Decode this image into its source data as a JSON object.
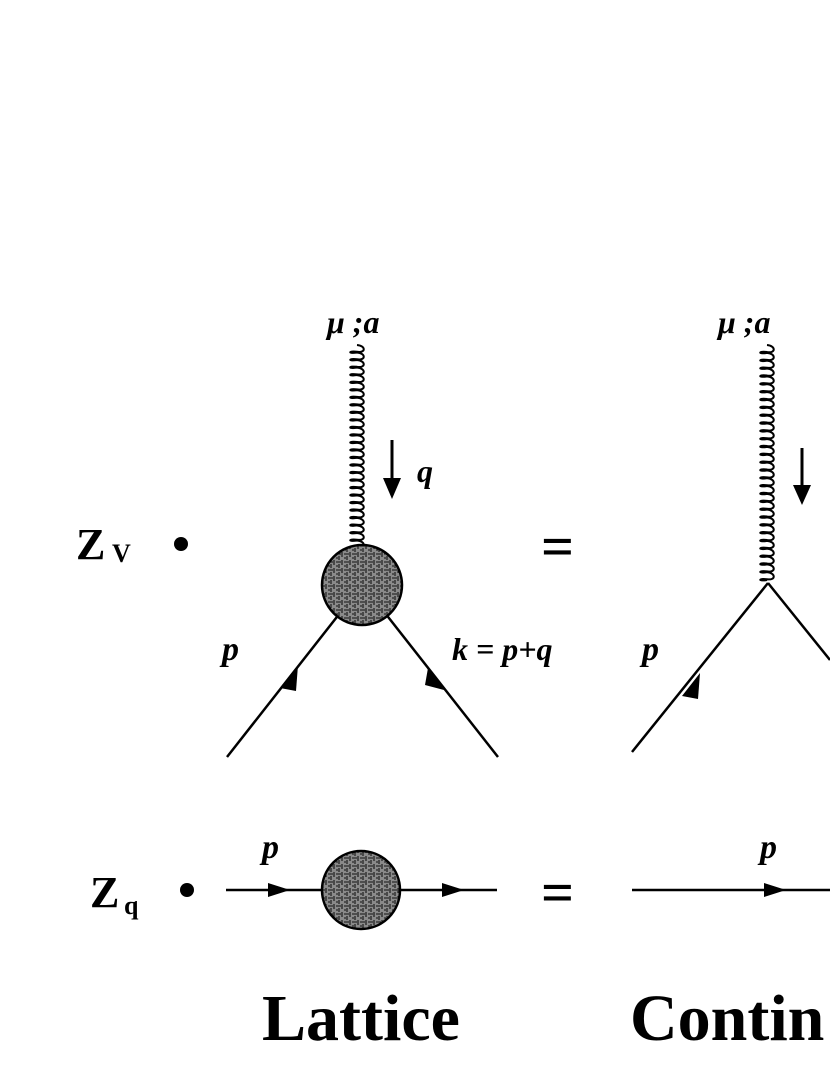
{
  "row_vertex": {
    "z_symbol": "Z",
    "z_subscript": "V",
    "dot": "•",
    "equals": "=",
    "gluon_label": "μ ;a",
    "momentum_q": "q",
    "momentum_p": "p",
    "momentum_k": "k = p+q"
  },
  "row_propagator": {
    "z_symbol": "Z",
    "z_subscript": "q",
    "dot": "•",
    "equals": "=",
    "momentum_p": "p"
  },
  "footer": {
    "lattice_label": "Lattice",
    "continuum_label": "Contin"
  },
  "colors": {
    "ink": "#000000",
    "blob_fill": "#7a7a7a",
    "background": "#ffffff"
  }
}
